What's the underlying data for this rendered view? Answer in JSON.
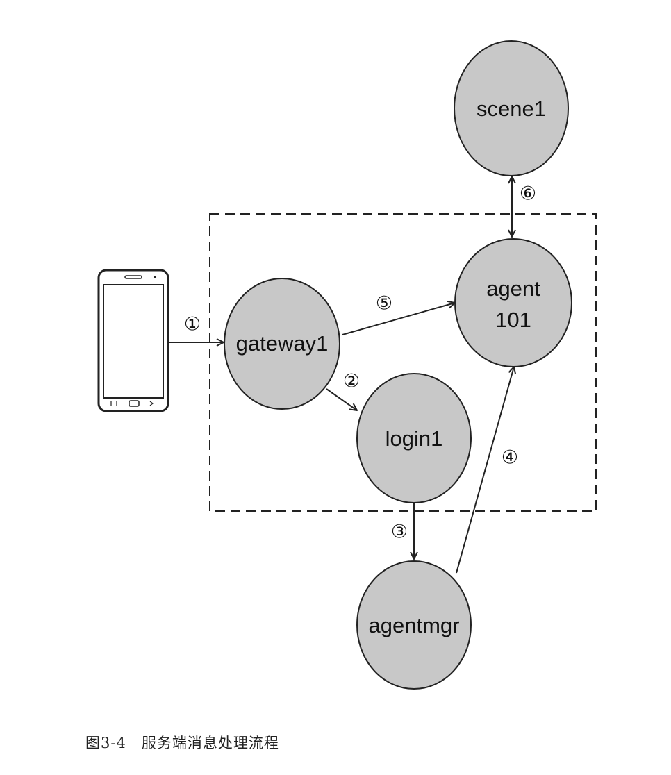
{
  "nodes": {
    "scene1": {
      "label": "scene1"
    },
    "agent101": {
      "label_line1": "agent",
      "label_line2": "101"
    },
    "gateway1": {
      "label": "gateway1"
    },
    "login1": {
      "label": "login1"
    },
    "agentmgr": {
      "label": "agentmgr"
    }
  },
  "steps": {
    "s1": "①",
    "s2": "②",
    "s3": "③",
    "s4": "④",
    "s5": "⑤",
    "s6": "⑥"
  },
  "caption": "图3-4　服务端消息处理流程",
  "colors": {
    "node_fill": "#c8c8c8",
    "stroke": "#222222"
  }
}
